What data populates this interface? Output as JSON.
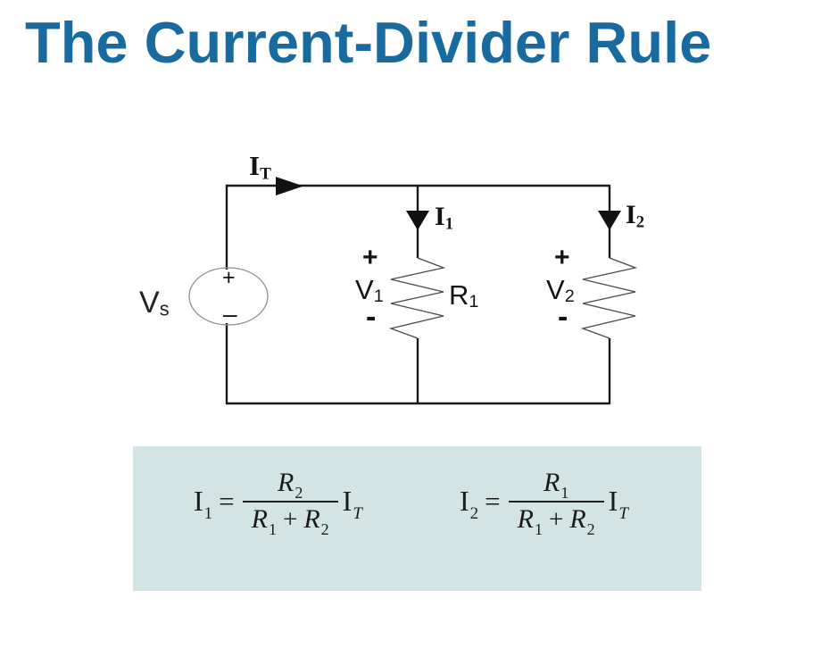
{
  "title": "The Current-Divider Rule",
  "colors": {
    "title_blue": "#186a9f",
    "formula_box_bg": "#d2e4e4",
    "wire_black": "#1a1a1a",
    "zigzag_gray": "#4a4a4a"
  },
  "circuit": {
    "total_current": {
      "base": "I",
      "sub": "T"
    },
    "branch1_current": {
      "base": "I",
      "sub": "1"
    },
    "branch2_current": {
      "base": "I",
      "sub": "2"
    },
    "source_label": {
      "base": "V",
      "sub": "s"
    },
    "source_plus": "+",
    "source_minus": "–",
    "v1": {
      "base": "V",
      "sub": "1"
    },
    "v1_plus": "+",
    "v1_minus": "-",
    "r1": {
      "base": "R",
      "sub": "1"
    },
    "v2": {
      "base": "V",
      "sub": "2"
    },
    "v2_plus": "+",
    "v2_minus": "-"
  },
  "formulas": {
    "i1": {
      "lhs": {
        "base": "I",
        "sub": "1"
      },
      "eq": "=",
      "num": {
        "base": "R",
        "sub": "2"
      },
      "den1": {
        "base": "R",
        "sub": "1"
      },
      "den_op": "+",
      "den2": {
        "base": "R",
        "sub": "2"
      },
      "mult": {
        "base": "I",
        "sub": "T"
      }
    },
    "i2": {
      "lhs": {
        "base": "I",
        "sub": "2"
      },
      "eq": "=",
      "num": {
        "base": "R",
        "sub": "1"
      },
      "den1": {
        "base": "R",
        "sub": "1"
      },
      "den_op": "+",
      "den2": {
        "base": "R",
        "sub": "2"
      },
      "mult": {
        "base": "I",
        "sub": "T"
      }
    }
  }
}
